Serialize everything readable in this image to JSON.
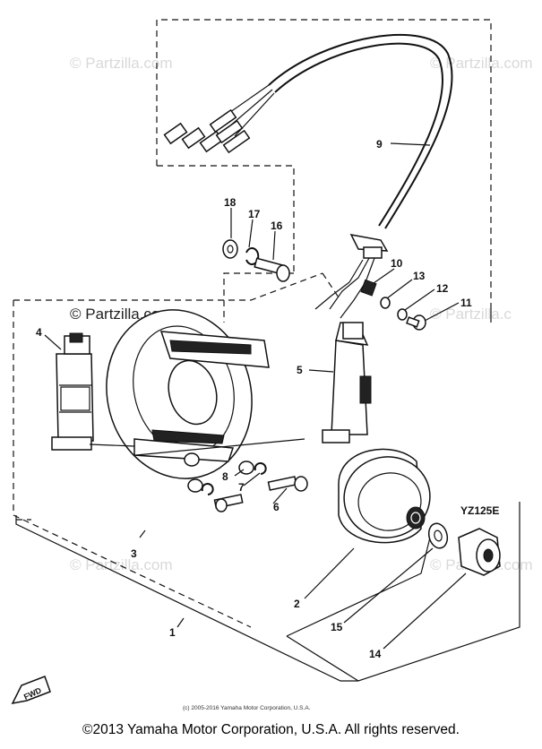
{
  "watermarks": {
    "top_left": "© Partzilla.com",
    "top_right": "© Partzilla.com",
    "middle_left": "© Partzilla.com",
    "middle_right": "© Partzilla.c",
    "lower_left": "© Partzilla.com",
    "lower_right": "© Partzilla.com"
  },
  "callouts": {
    "c1": "1",
    "c2": "2",
    "c3": "3",
    "c4": "4",
    "c5": "5",
    "c6": "6",
    "c7": "7",
    "c8": "8",
    "c9": "9",
    "c10": "10",
    "c11": "11",
    "c12": "12",
    "c13": "13",
    "c14": "14",
    "c15": "15",
    "c16": "16",
    "c17": "17",
    "c18": "18"
  },
  "model_tag": "YZ125E",
  "fwd_label": "FWD",
  "diagram_copyright": "(c) 2005-2016 Yamaha Motor Corporation, U.S.A.",
  "footer": "©2013 Yamaha Motor Corporation, U.S.A. All rights reserved."
}
